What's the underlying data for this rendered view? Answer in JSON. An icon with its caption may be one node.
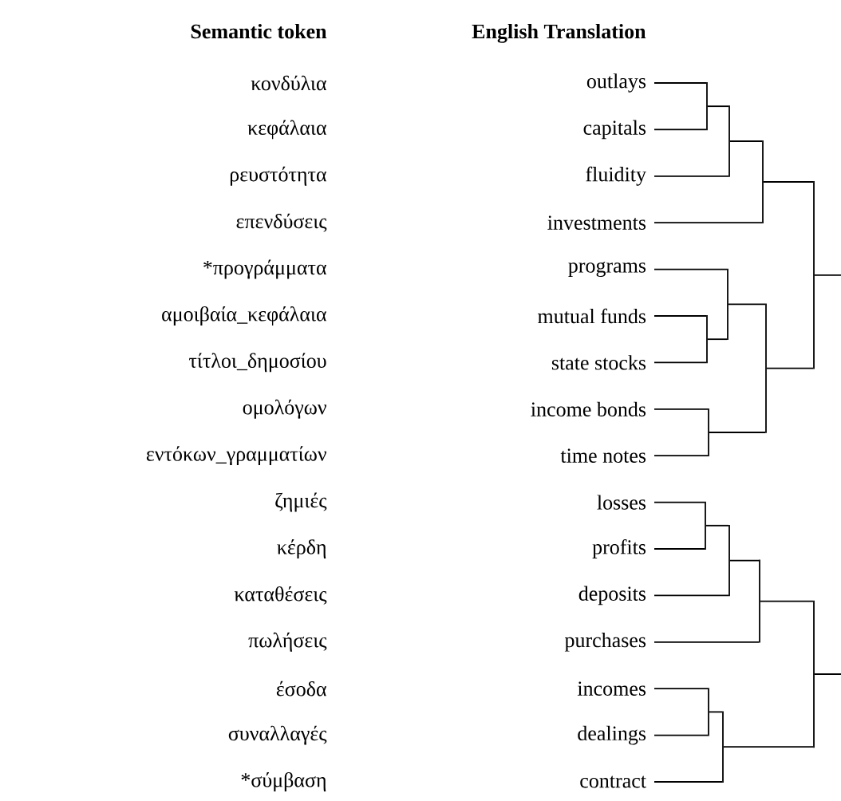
{
  "diagram": {
    "nodes": [
      {
        "text": [
          "outlays"
        ]
      },
      {
        "text": [
          "capitals"
        ]
      },
      {
        "text": [
          "fluidity"
        ]
      },
      {
        "text": [
          "investments"
        ]
      },
      {
        "text": [
          "programs"
        ]
      },
      {
        "text": [
          "mutual funds"
        ]
      },
      {
        "text": [
          "state stocks"
        ]
      },
      {
        "text": [
          "income bonds"
        ]
      },
      {
        "text": [
          "time notes"
        ]
      },
      {
        "text": [
          "losses"
        ]
      },
      {
        "text": [
          "profits"
        ]
      },
      {
        "text": [
          "deposits"
        ]
      },
      {
        "text": [
          "purchases"
        ]
      },
      {
        "text": [
          "incomes"
        ]
      },
      {
        "text": [
          "dealings"
        ]
      },
      {
        "text": [
          "contract"
        ]
      },
      {
        "text": [],
        "shape": "bar"
      },
      {
        "text": [],
        "shape": "bar"
      },
      {
        "text": [],
        "shape": "bar"
      },
      {
        "text": [],
        "shape": "bar"
      },
      {
        "text": [],
        "shape": "bar"
      },
      {
        "text": [],
        "shape": "bar"
      },
      {
        "text": [],
        "shape": "bar"
      },
      {
        "text": [],
        "shape": "bar"
      },
      {
        "text": [],
        "shape": "bar"
      },
      {
        "text": [],
        "shape": "bar"
      },
      {
        "text": [],
        "shape": "bar"
      },
      {
        "text": [],
        "shape": "bar"
      },
      {
        "text": [],
        "shape": "bar"
      },
      {
        "text": [],
        "shape": "bar"
      }
    ],
    "edges": [
      {
        "from": 0,
        "to": 16,
        "arrow": "none"
      },
      {
        "from": 1,
        "to": 16,
        "arrow": "none"
      },
      {
        "from": 16,
        "to": 17,
        "arrow": "none"
      },
      {
        "from": 2,
        "to": 17,
        "arrow": "none"
      },
      {
        "from": 17,
        "to": 18,
        "arrow": "none"
      },
      {
        "from": 3,
        "to": 18,
        "arrow": "none"
      },
      {
        "from": 5,
        "to": 19,
        "arrow": "none"
      },
      {
        "from": 6,
        "to": 19,
        "arrow": "none"
      },
      {
        "from": 4,
        "to": 20,
        "arrow": "none"
      },
      {
        "from": 19,
        "to": 20,
        "arrow": "none"
      },
      {
        "from": 7,
        "to": 21,
        "arrow": "none"
      },
      {
        "from": 8,
        "to": 21,
        "arrow": "none"
      },
      {
        "from": 20,
        "to": 22,
        "arrow": "none"
      },
      {
        "from": 21,
        "to": 22,
        "arrow": "none"
      },
      {
        "from": 18,
        "to": 23,
        "arrow": "none"
      },
      {
        "from": 22,
        "to": 23,
        "arrow": "none"
      },
      {
        "from": 23,
        "to": null,
        "arrow": "none"
      },
      {
        "from": 9,
        "to": 24,
        "arrow": "none"
      },
      {
        "from": 10,
        "to": 24,
        "arrow": "none"
      },
      {
        "from": 24,
        "to": 25,
        "arrow": "none"
      },
      {
        "from": 11,
        "to": 25,
        "arrow": "none"
      },
      {
        "from": 25,
        "to": 26,
        "arrow": "none"
      },
      {
        "from": 12,
        "to": 26,
        "arrow": "none"
      },
      {
        "from": 13,
        "to": 27,
        "arrow": "none"
      },
      {
        "from": 14,
        "to": 27,
        "arrow": "none"
      },
      {
        "from": 27,
        "to": 28,
        "arrow": "none"
      },
      {
        "from": 15,
        "to": 28,
        "arrow": "none"
      },
      {
        "from": 26,
        "to": 29,
        "arrow": "none"
      },
      {
        "from": 28,
        "to": 29,
        "arrow": "none"
      },
      {
        "from": 29,
        "to": null,
        "arrow": "none"
      }
    ],
    "labels": [
      "Semantic token",
      "English Translation",
      "κονδύλια",
      "κεφάλαια",
      "ρευστότητα",
      "επενδύσεις",
      "*προγράμματα",
      "αμοιβαία_κεφάλαια",
      "τίτλοι_δημοσίου",
      "ομολόγων",
      "εντόκων_γραμματίων",
      "ζημιές",
      "κέρδη",
      "καταθέσεις",
      "πωλήσεις",
      "έσοδα",
      "συναλλαγές",
      "*σύμβαση"
    ]
  }
}
